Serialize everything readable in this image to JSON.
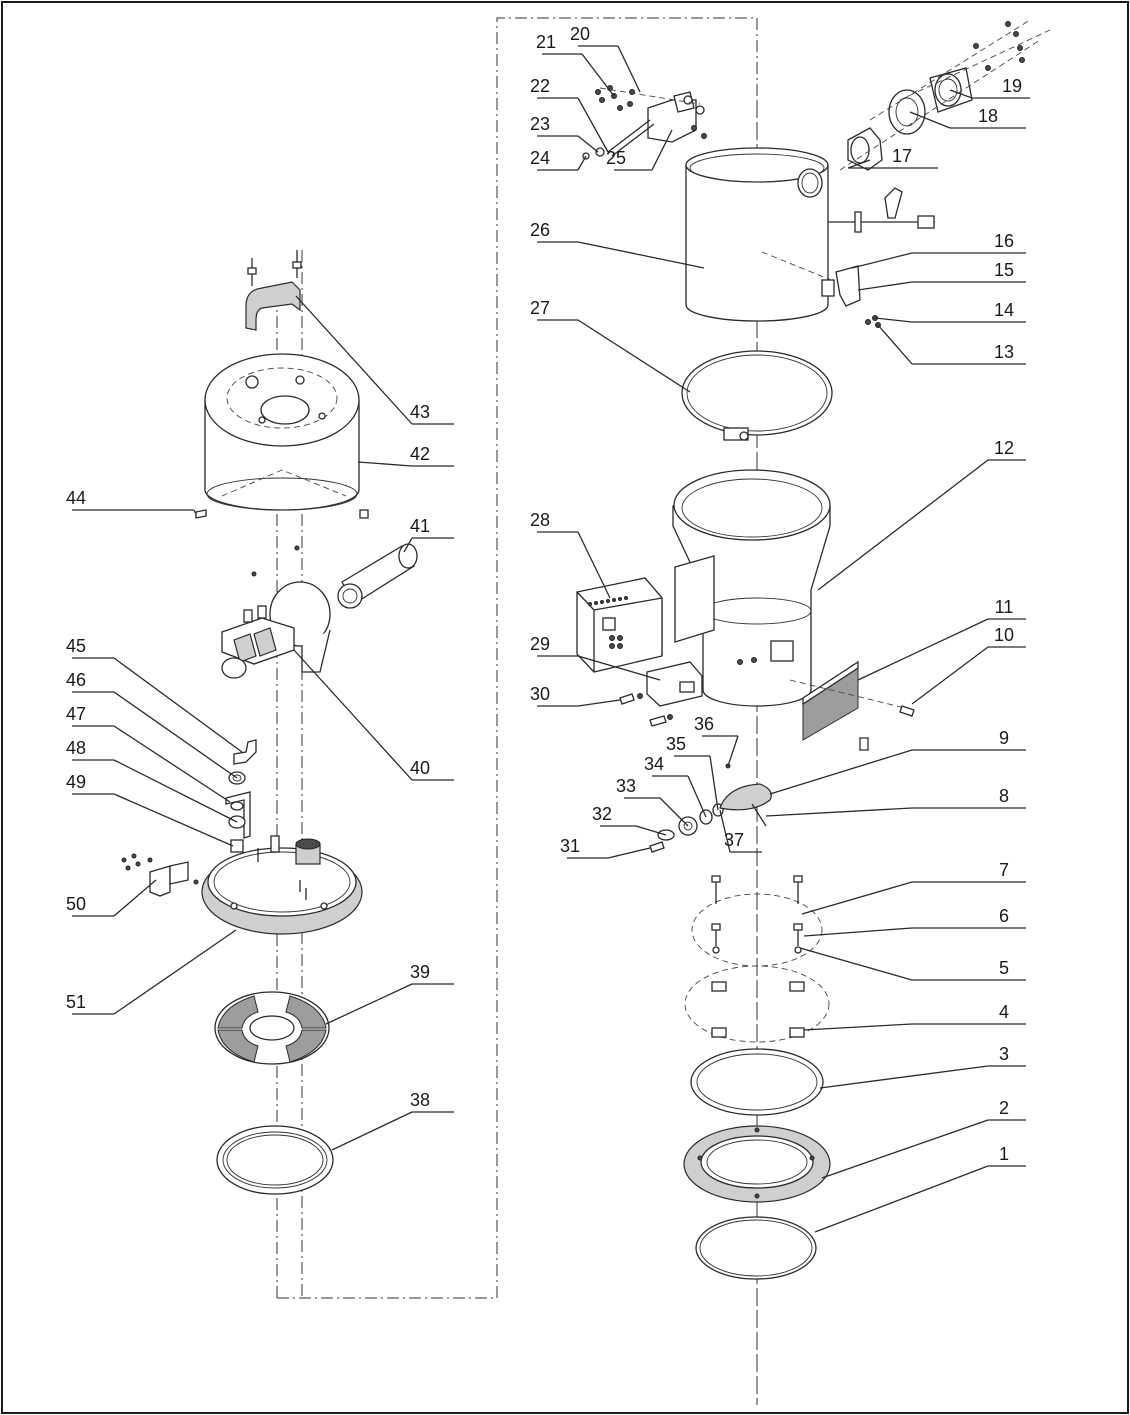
{
  "labels": [
    "1",
    "2",
    "3",
    "4",
    "5",
    "6",
    "7",
    "8",
    "9",
    "10",
    "11",
    "12",
    "13",
    "14",
    "15",
    "16",
    "17",
    "18",
    "19",
    "20",
    "21",
    "22",
    "23",
    "24",
    "25",
    "26",
    "27",
    "28",
    "29",
    "30",
    "31",
    "32",
    "33",
    "34",
    "35",
    "36",
    "37",
    "38",
    "39",
    "40",
    "41",
    "42",
    "43",
    "44",
    "45",
    "46",
    "47",
    "48",
    "49",
    "50",
    "51"
  ]
}
